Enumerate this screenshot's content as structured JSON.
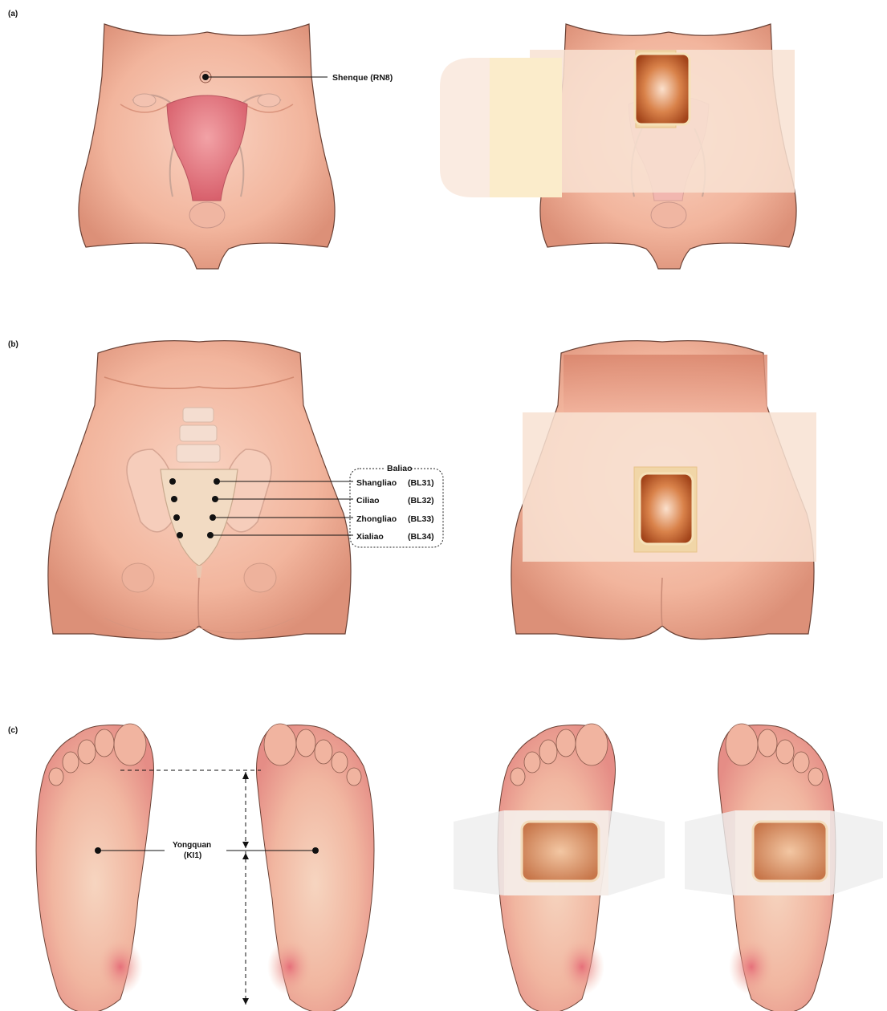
{
  "panels": {
    "a": {
      "letter": "(a)",
      "acupoint_label": "Shenque (RN8)"
    },
    "b": {
      "letter": "(b)",
      "group_label": "Baliao",
      "points": [
        {
          "name": "Shangliao",
          "code": "(BL31)"
        },
        {
          "name": "Ciliao",
          "code": "(BL32)"
        },
        {
          "name": "Zhongliao",
          "code": "(BL33)"
        },
        {
          "name": "Xialiao",
          "code": "(BL34)"
        }
      ]
    },
    "c": {
      "letter": "(c)",
      "acupoint_label_line1": "Yongquan",
      "acupoint_label_line2": "(KI1)"
    }
  },
  "colors": {
    "skin": "#f3b9a3",
    "skin_dark": "#e49a82",
    "outline": "#5a3a30",
    "uterus": "#e9808a",
    "tape_overlay": "#f8e2d2",
    "tape_tab": "#fbecc9",
    "patch_outer": "#f1d6a7",
    "patch_inner": "#b8521f",
    "foot_tape": "#efefef",
    "point": "#111111"
  }
}
